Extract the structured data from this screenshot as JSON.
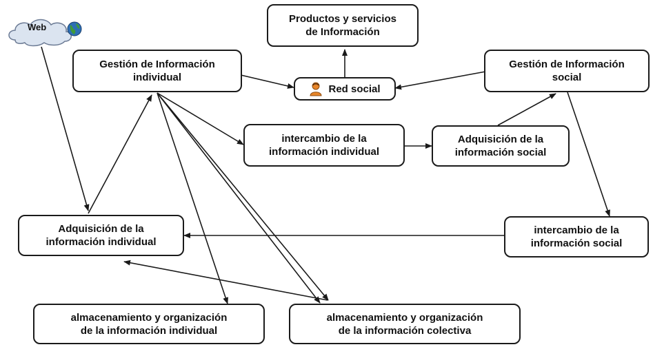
{
  "cloud": {
    "label": "Web"
  },
  "nodes": {
    "productos": {
      "line1": "Productos y servicios",
      "line2": "de Información"
    },
    "red_social": {
      "label": "Red social"
    },
    "gestion_individual": {
      "line1": "Gestión de Información",
      "line2": "individual"
    },
    "gestion_social": {
      "line1": "Gestión de Información",
      "line2": "social"
    },
    "intercambio_individual": {
      "line1": "intercambio de la",
      "line2": "información individual"
    },
    "adquisicion_social": {
      "line1": "Adquisición de la",
      "line2": "información social"
    },
    "adquisicion_individual": {
      "line1": "Adquisición de la",
      "line2": "información individual"
    },
    "intercambio_social": {
      "line1": "intercambio de la",
      "line2": "información social"
    },
    "almacenamiento_individual": {
      "line1": "almacenamiento  y  organización",
      "line2": "de la información individual"
    },
    "almacenamiento_colectiva": {
      "line1": "almacenamiento  y  organización",
      "line2": "de la información colectiva"
    }
  },
  "colors": {
    "stroke": "#1a1a1a",
    "icon_orange": "#e8862a",
    "cloud_fill": "#dbe4f0",
    "globe_blue": "#2d6fb5",
    "globe_green": "#3f9a3a"
  }
}
